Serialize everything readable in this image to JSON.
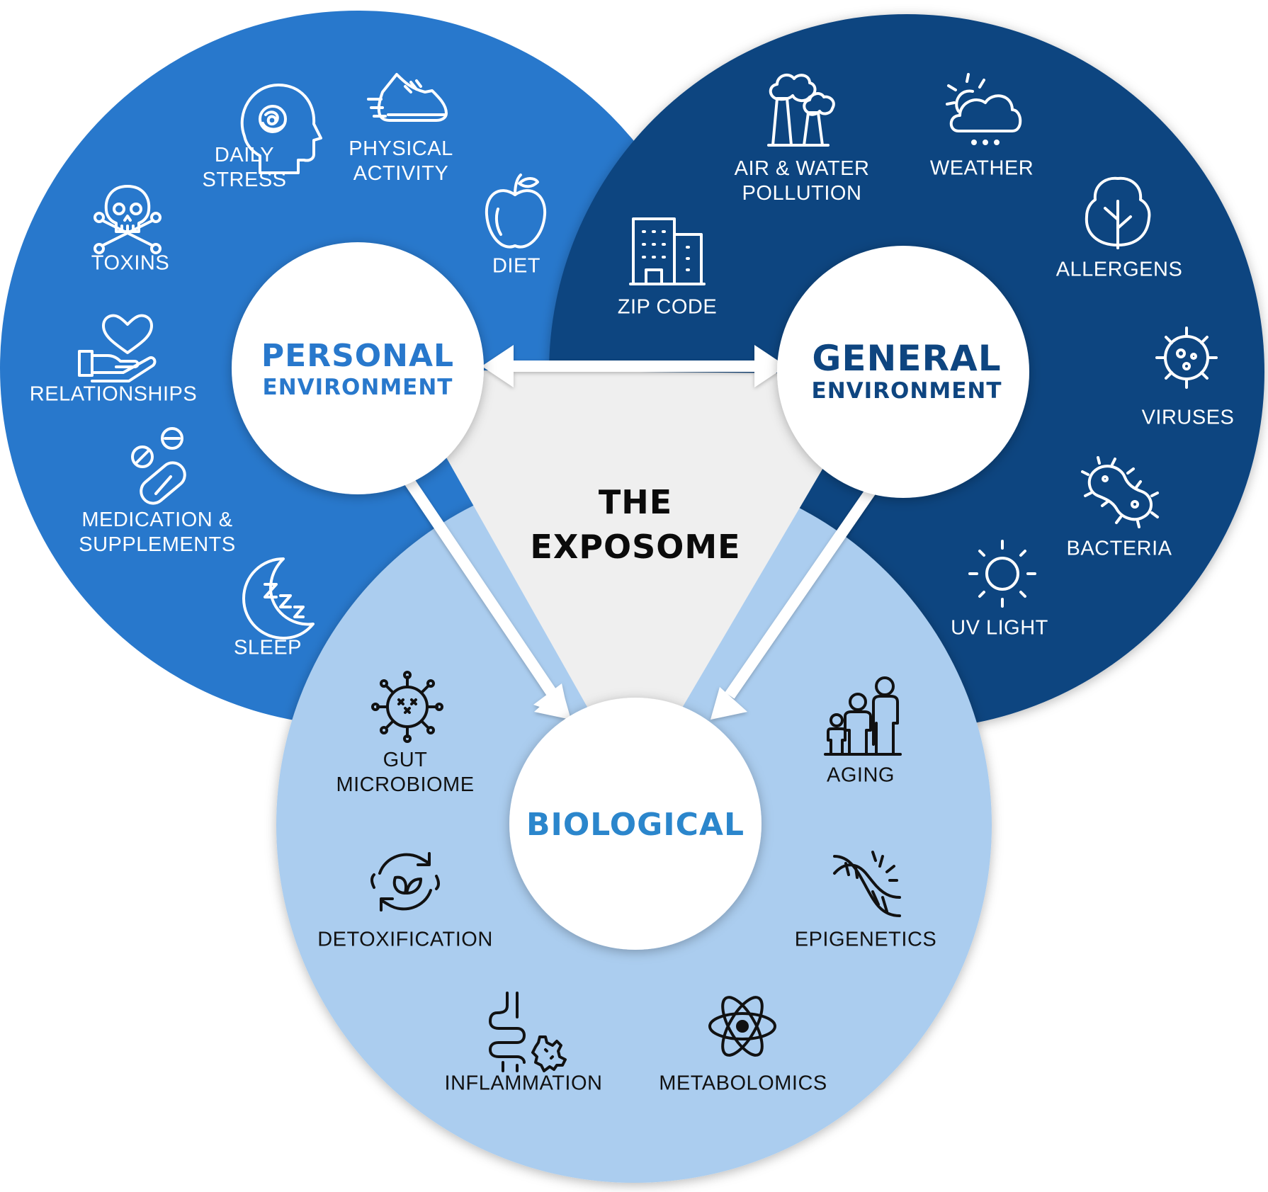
{
  "title": "THE EXPOSOME",
  "colors": {
    "personal": "#2878cc",
    "general": "#0e4580",
    "biological": "#abcdef",
    "center_triangle": "#efefef",
    "biological_text": "#2b86cc",
    "general_text": "#0e4580",
    "personal_text": "#2878cc",
    "arrow": "#ffffff"
  },
  "hubs": {
    "personal": {
      "line1": "PERSONAL",
      "line2": "ENVIRONMENT"
    },
    "general": {
      "line1": "GENERAL",
      "line2": "ENVIRONMENT"
    },
    "biological": {
      "line1": "BIOLOGICAL"
    }
  },
  "personal_factors": [
    {
      "label": "DAILY\nSTRESS",
      "icon": "head-stress-icon"
    },
    {
      "label": "PHYSICAL\nACTIVITY",
      "icon": "running-shoe-icon"
    },
    {
      "label": "DIET",
      "icon": "apple-icon"
    },
    {
      "label": "TOXINS",
      "icon": "skull-crossbones-icon"
    },
    {
      "label": "RELATIONSHIPS",
      "icon": "heart-hand-icon"
    },
    {
      "label": "MEDICATION &\nSUPPLEMENTS",
      "icon": "pills-icon"
    },
    {
      "label": "SLEEP",
      "icon": "moon-zzz-icon"
    }
  ],
  "general_factors": [
    {
      "label": "AIR & WATER\nPOLLUTION",
      "icon": "factory-smoke-icon"
    },
    {
      "label": "WEATHER",
      "icon": "sun-cloud-icon"
    },
    {
      "label": "ALLERGENS",
      "icon": "tree-icon"
    },
    {
      "label": "ZIP CODE",
      "icon": "buildings-icon"
    },
    {
      "label": "VIRUSES",
      "icon": "virus-icon"
    },
    {
      "label": "BACTERIA",
      "icon": "bacteria-icon"
    },
    {
      "label": "UV LIGHT",
      "icon": "sun-icon"
    }
  ],
  "biological_factors": [
    {
      "label": "GUT\nMICROBIOME",
      "icon": "microbe-icon"
    },
    {
      "label": "AGING",
      "icon": "family-icon"
    },
    {
      "label": "DETOXIFICATION",
      "icon": "recycle-leaf-icon"
    },
    {
      "label": "EPIGENETICS",
      "icon": "dna-icon"
    },
    {
      "label": "INFLAMMATION",
      "icon": "intestine-icon"
    },
    {
      "label": "METABOLOMICS",
      "icon": "atom-icon"
    }
  ]
}
